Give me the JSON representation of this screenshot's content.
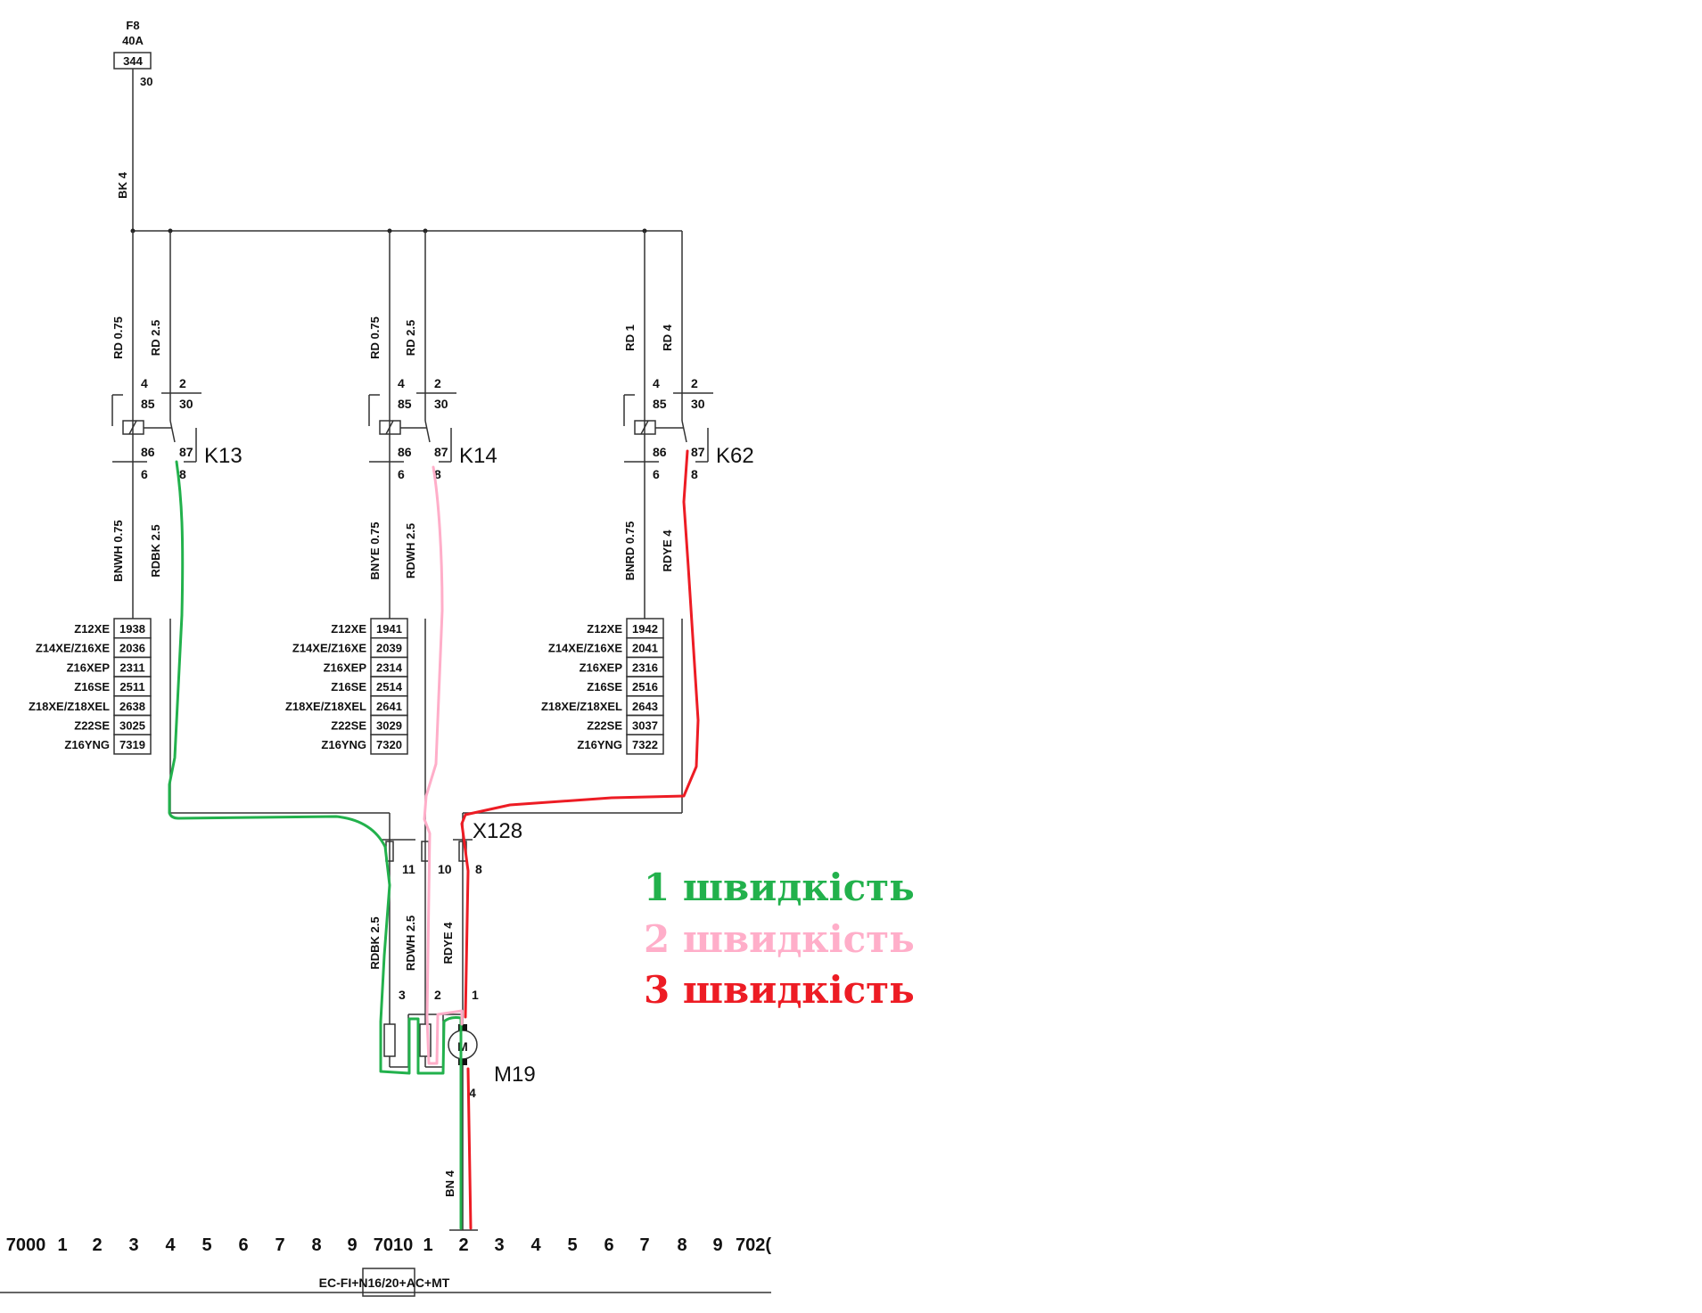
{
  "fuse": {
    "name": "F8",
    "rating": "40A",
    "number": "344",
    "pin": "30"
  },
  "main_wire": "BK 4",
  "relays": [
    {
      "name": "K13",
      "wire_85": "RD 0.75",
      "wire_30": "RD 2.5",
      "wire_86": "BNWH 0.75",
      "wire_87": "RDBK 2.5",
      "pins": {
        "p4": "4",
        "p2": "2",
        "p85": "85",
        "p30": "30",
        "p86": "86",
        "p87": "87",
        "p6": "6",
        "p8": "8"
      },
      "table": [
        [
          "Z12XE",
          "1938"
        ],
        [
          "Z14XE/Z16XE",
          "2036"
        ],
        [
          "Z16XEP",
          "2311"
        ],
        [
          "Z16SE",
          "2511"
        ],
        [
          "Z18XE/Z18XEL",
          "2638"
        ],
        [
          "Z22SE",
          "3025"
        ],
        [
          "Z16YNG",
          "7319"
        ]
      ]
    },
    {
      "name": "K14",
      "wire_85": "RD 0.75",
      "wire_30": "RD 2.5",
      "wire_86": "BNYE 0.75",
      "wire_87": "RDWH 2.5",
      "pins": {
        "p4": "4",
        "p2": "2",
        "p85": "85",
        "p30": "30",
        "p86": "86",
        "p87": "87",
        "p6": "6",
        "p8": "8"
      },
      "table": [
        [
          "Z12XE",
          "1941"
        ],
        [
          "Z14XE/Z16XE",
          "2039"
        ],
        [
          "Z16XEP",
          "2314"
        ],
        [
          "Z16SE",
          "2514"
        ],
        [
          "Z18XE/Z18XEL",
          "2641"
        ],
        [
          "Z22SE",
          "3029"
        ],
        [
          "Z16YNG",
          "7320"
        ]
      ]
    },
    {
      "name": "K62",
      "wire_85": "RD 1",
      "wire_30": "RD 4",
      "wire_86": "BNRD 0.75",
      "wire_87": "RDYE 4",
      "pins": {
        "p4": "4",
        "p2": "2",
        "p85": "85",
        "p30": "30",
        "p86": "86",
        "p87": "87",
        "p6": "6",
        "p8": "8"
      },
      "table": [
        [
          "Z12XE",
          "1942"
        ],
        [
          "Z14XE/Z16XE",
          "2041"
        ],
        [
          "Z16XEP",
          "2316"
        ],
        [
          "Z16SE",
          "2516"
        ],
        [
          "Z18XE/Z18XEL",
          "2643"
        ],
        [
          "Z22SE",
          "3037"
        ],
        [
          "Z16YNG",
          "7322"
        ]
      ]
    }
  ],
  "connector": {
    "name": "X128",
    "pins": [
      "11",
      "10",
      "8"
    ],
    "wires": [
      "RDBK 2.5",
      "RDWH 2.5",
      "RDYE 4"
    ],
    "motor_pins": [
      "3",
      "2",
      "1"
    ]
  },
  "motor": {
    "name": "M19",
    "symbol": "M",
    "ground_pin": "4",
    "ground_wire": "BN 4"
  },
  "ruler": [
    "7000",
    "1",
    "2",
    "3",
    "4",
    "5",
    "6",
    "7",
    "8",
    "9",
    "7010",
    "1",
    "2",
    "3",
    "4",
    "5",
    "6",
    "7",
    "8",
    "9",
    "702("
  ],
  "footer": {
    "variant": "EC-FI+N16/20+AC+MT"
  },
  "legend": [
    {
      "label": "1 швидкість",
      "color": "#22b14c"
    },
    {
      "label": "2 швидкість",
      "color": "#ffaec9"
    },
    {
      "label": "3 швидкість",
      "color": "#ed1c24"
    }
  ]
}
